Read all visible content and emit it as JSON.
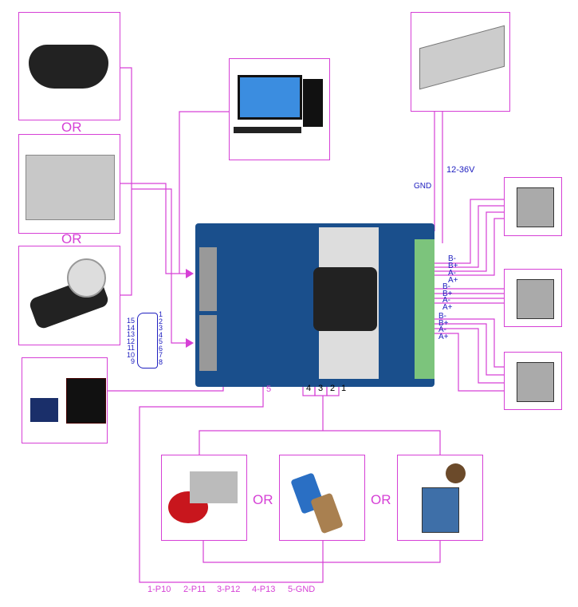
{
  "connector_word": "OR",
  "power": {
    "voltage_label": "12-36V",
    "ground_label": "GND"
  },
  "motor_terminals": [
    [
      "B-",
      "B+",
      "A-",
      "A+"
    ],
    [
      "B-",
      "B+",
      "A-",
      "A+"
    ],
    [
      "B-",
      "B+",
      "A-",
      "A+"
    ]
  ],
  "db15": {
    "left_pins": [
      "15",
      "14",
      "13",
      "12",
      "11",
      "10",
      "9"
    ],
    "right_pins": [
      "1",
      "2",
      "3",
      "4",
      "5",
      "6",
      "7",
      "8"
    ]
  },
  "input_pins": {
    "numbers": [
      "4",
      "3",
      "2",
      "1"
    ],
    "ground_number": "5"
  },
  "pin_legend": [
    "1-P10",
    "2-P11",
    "3-P12",
    "4-P13",
    "5-GND"
  ],
  "devices": [
    "gamepad",
    "handheld-pendant",
    "mpg-handwheel",
    "computer",
    "power-supply",
    "stepper-motor",
    "stepper-motor",
    "stepper-motor",
    "display-module",
    "emergency-stop",
    "proximity-sensor",
    "limit-switch",
    "controller-board"
  ],
  "colors": {
    "wire": "#d640d6",
    "label_blue": "#2020c0",
    "board": "#1a4f8c"
  }
}
